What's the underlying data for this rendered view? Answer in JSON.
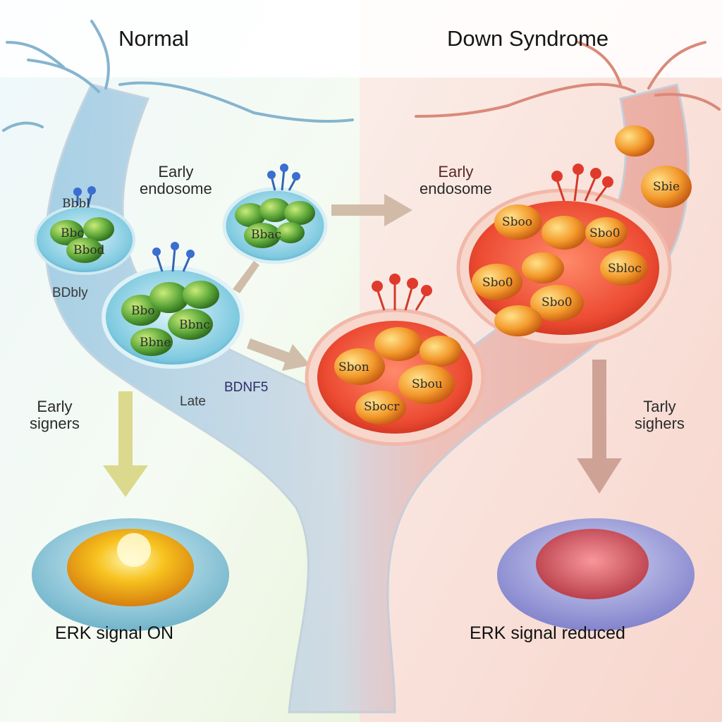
{
  "panels": {
    "normal": {
      "title": "Normal",
      "early_endosome": [
        "Early",
        "endosome"
      ],
      "late": "Late",
      "early_signers": [
        "Early",
        "signers"
      ],
      "result": "ERK signal ON",
      "colors": {
        "tint": "#bfe3f2",
        "vesicle": "#5ea83a",
        "glow": "#f7c21e"
      }
    },
    "down": {
      "title": "Down Syndrome",
      "early_endosome": [
        "Early",
        "endosome"
      ],
      "early_signers": [
        "Tarly",
        "sighers"
      ],
      "result": "ERK signal reduced",
      "colors": {
        "tint": "#f7c9bd",
        "vesicle": "#f09a2a",
        "cell": "#8f8fd6"
      }
    }
  },
  "garbled": {
    "bddly": "BDbly",
    "bdnf": "BDNF5",
    "top_left": "Bbbl",
    "v_blue_1": "Bbc",
    "v_blue_2": "Bbod",
    "v_mid": "Bbac",
    "v_green_1": "Bbo",
    "v_green_2": "Bbnc",
    "v_green_3": "Bbne",
    "v_red_1": "Sbon",
    "v_red_2": "Sbou",
    "v_red_3": "Sbocr",
    "v_dr_1": "Sboo",
    "v_dr_2": "Sbo0",
    "v_dr_3": "Sbo0",
    "v_dr_4": "Sbloc",
    "v_dr_5": "Sbo0",
    "v_dr_6": "Sbie"
  }
}
